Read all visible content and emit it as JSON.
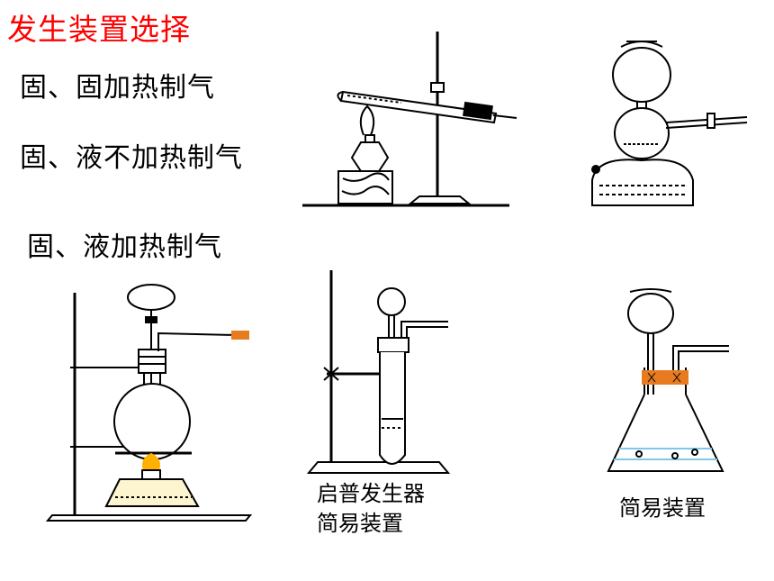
{
  "slide": {
    "title": "发生装置选择",
    "methods": {
      "solid_solid_heat": "固、固加热制气",
      "solid_liquid_no_heat": "固、液不加热制气",
      "solid_liquid_heat": "固、液加热制气"
    },
    "captions": {
      "kipp_line1": "启普发生器",
      "kipp_line2": "简易装置",
      "simple": "简易装置"
    },
    "colors": {
      "title": "#ff0000",
      "flame": "#ffb000",
      "liquid": "#7ec8e8",
      "stopper": "#e87a20"
    }
  }
}
